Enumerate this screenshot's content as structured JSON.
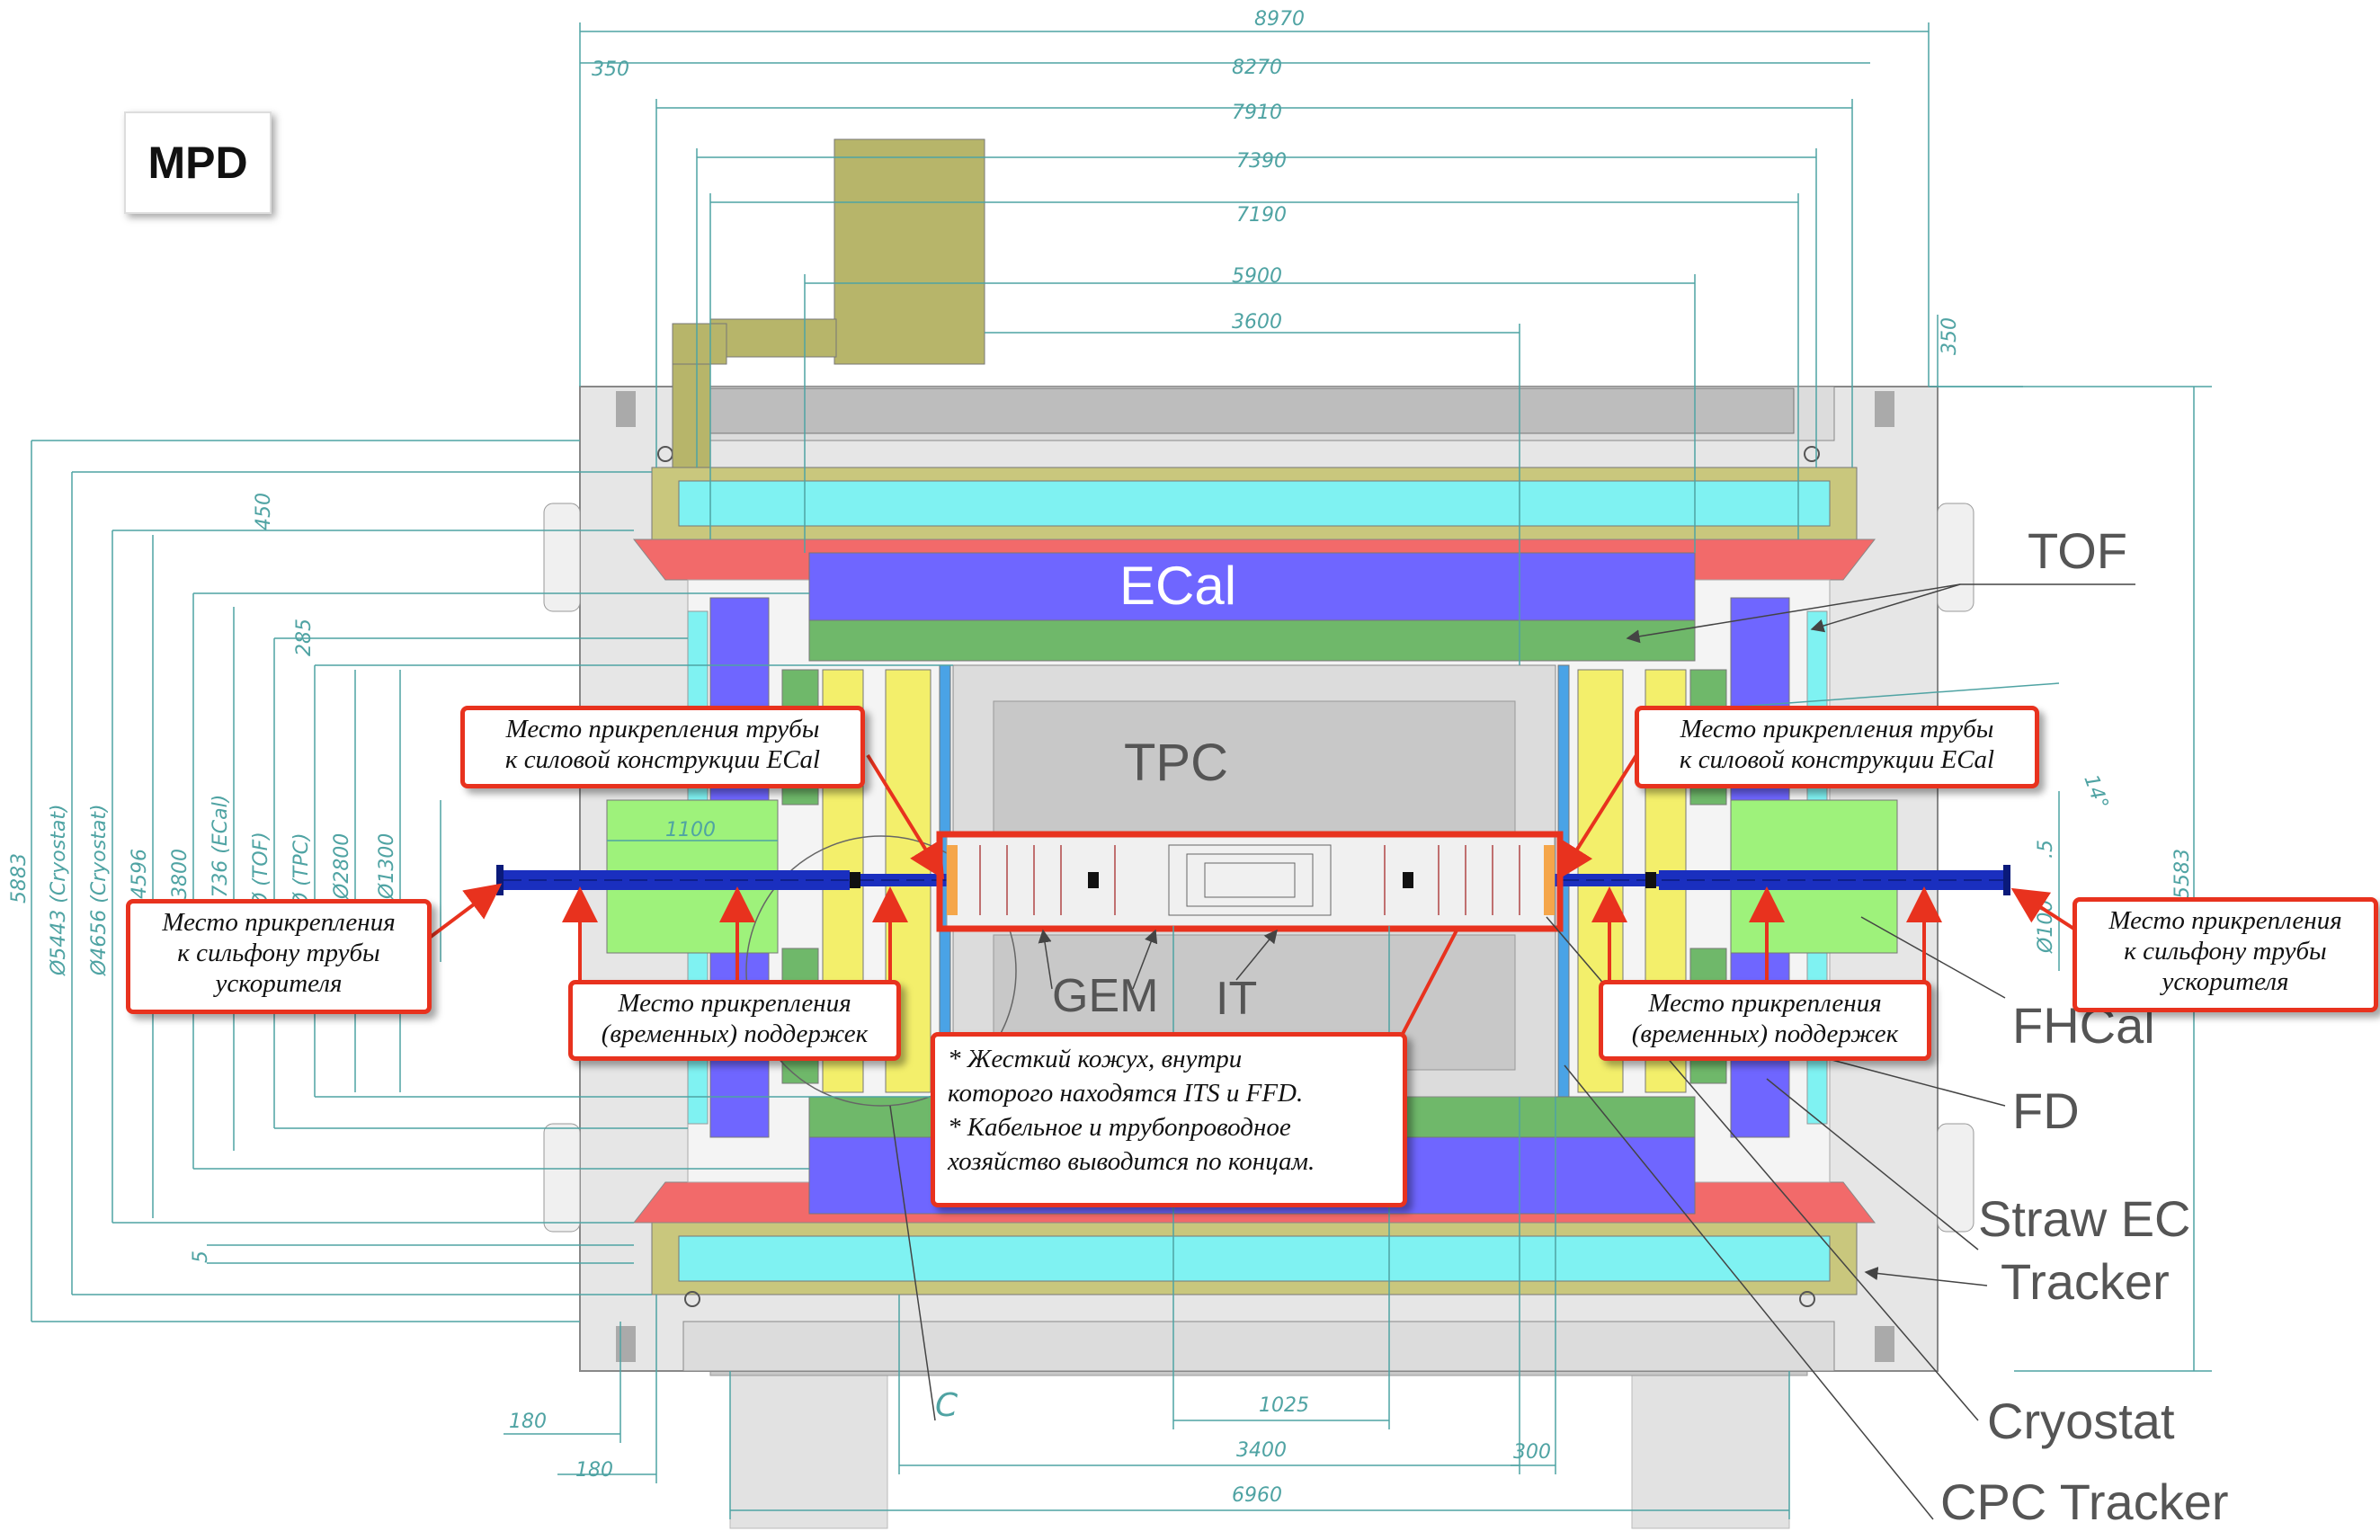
{
  "badge": "MPD",
  "dimensions": {
    "top": [
      "8970",
      "350",
      "8270",
      "7910",
      "7390",
      "7190",
      "5900",
      "3600"
    ],
    "right_350": "350",
    "right_vert": [
      "5583",
      "Ø100",
      ".5"
    ],
    "angle": "14°",
    "left_vert": [
      "5883",
      "Ø5443 (Cryostat)",
      "Ø4656 (Cryostat)",
      "4596",
      "3800",
      "Ø3736 (ECal)",
      "Ø (TOF)",
      "Ø (TPC)",
      "Ø2800",
      "Ø1300",
      "450",
      "285",
      "5"
    ],
    "inner_1100": "1100",
    "bottom": [
      "1025",
      "3400",
      "300",
      "6960",
      "180",
      "180"
    ],
    "c_label": "C"
  },
  "labels": {
    "ecal": "ECal",
    "tpc": "TPC",
    "gem": "GEM",
    "it": "IT",
    "tof": "TOF",
    "fhcal": "FHCal",
    "fd": "FD",
    "straw1": "Straw EC",
    "straw2": "Tracker",
    "cryostat": "Cryostat",
    "cpc": "CPC Tracker"
  },
  "callouts": {
    "ecal_left": [
      "Место прикрепления трубы",
      "к силовой конструкции ECal"
    ],
    "ecal_right": [
      "Место прикрепления трубы",
      "к силовой конструкции ECal"
    ],
    "bellows_left": [
      "Место прикрепления",
      "к сильфону трубы",
      "ускорителя"
    ],
    "bellows_right": [
      "Место прикрепления",
      "к сильфону трубы",
      "ускорителя"
    ],
    "supports_left": [
      "Место прикрепления",
      "(временных) поддержек"
    ],
    "supports_right": [
      "Место прикрепления",
      "(временных) поддержек"
    ],
    "note": [
      "*  Жесткий кожух, внутри",
      "которого находятся ITS и FFD.",
      "*  Кабельное и трубопроводное",
      "хозяйство выводится по концам."
    ]
  },
  "colors": {
    "callout_border": "#e8321e",
    "ecal": "#6f66ff",
    "tof_cyan": "#7ff2f2",
    "cryostat_red": "#f26a6a",
    "green": "#6fb86a",
    "yellow": "#f3ef6b",
    "fhcal_green": "#9ef27b",
    "beampipe": "#1a2fbf",
    "olive": "#b7b56a",
    "dim": "#4fa3a3"
  }
}
